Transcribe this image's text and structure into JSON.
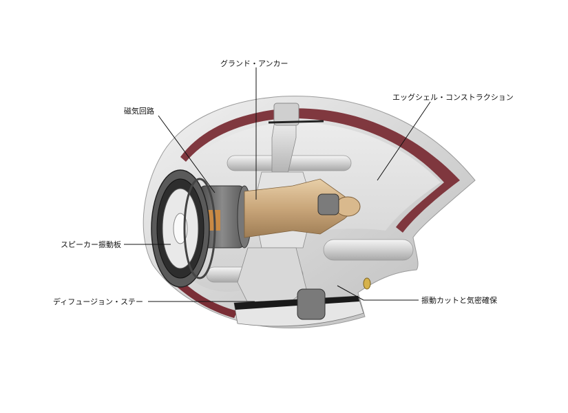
{
  "labels": {
    "ground_anchor": "グランド・アンカー",
    "eggshell_construction": "エッグシェル・コンストラクション",
    "magnetic_circuit": "磁気回路",
    "speaker_diaphragm": "スピーカー振動板",
    "diffusion_stay": "ディフュージョン・ステー",
    "vibration_cut_airtight": "振動カットと気密確保"
  },
  "colors": {
    "shell_maroon": "#7a2e36",
    "shell_silver": "#d9d9d9",
    "brass": "#c9a67a",
    "magnet_gray": "#6f6f6f",
    "background": "#ffffff"
  }
}
